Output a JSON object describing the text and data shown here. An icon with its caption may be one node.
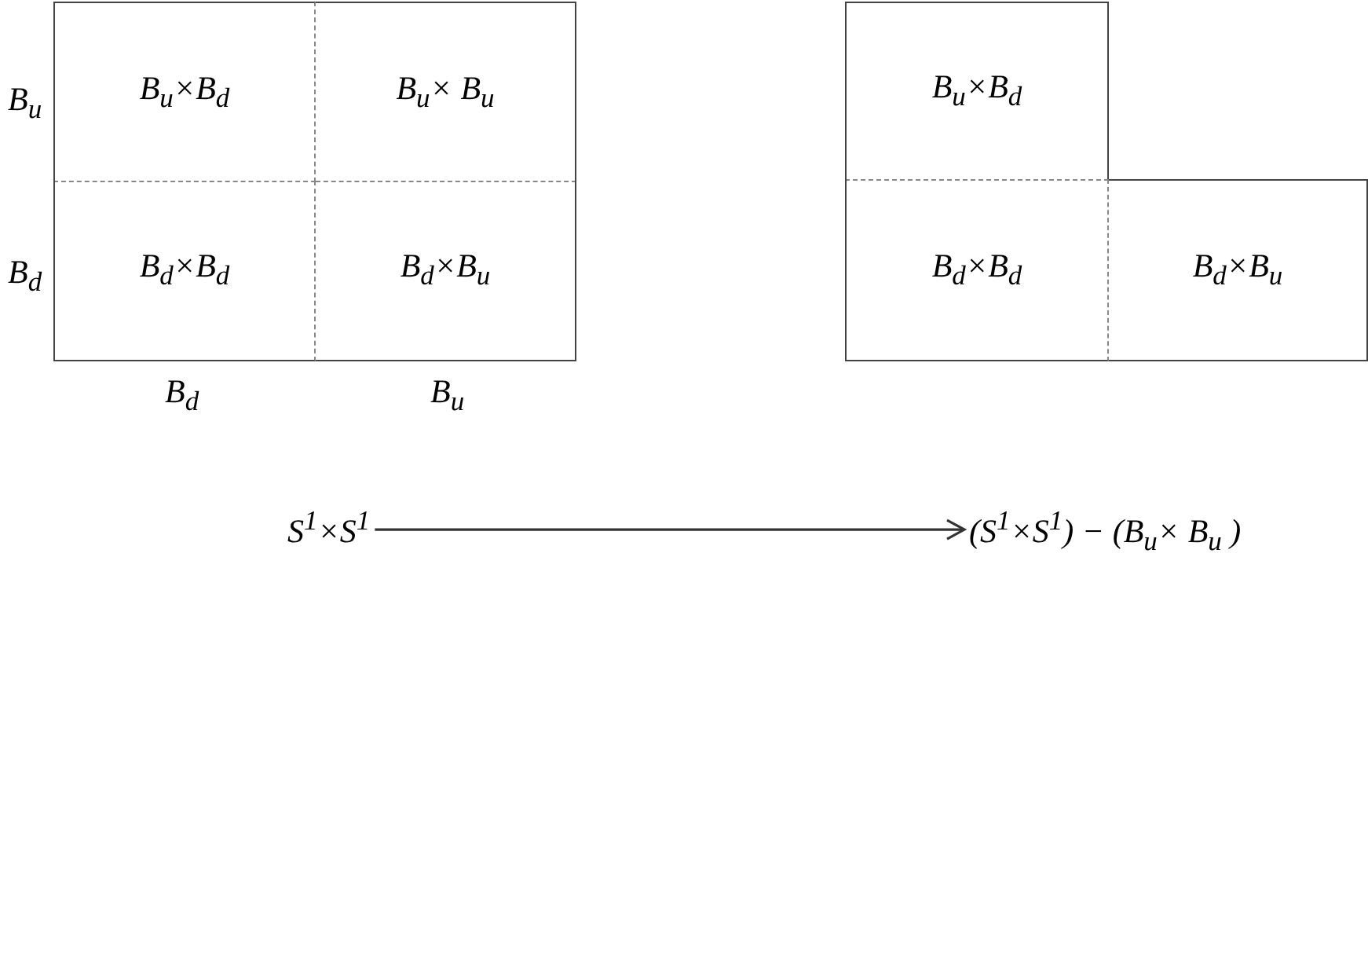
{
  "diagram": {
    "nodes": [
      {
        "text": [
          "B$_{u}$×B$_{d}$"
        ]
      },
      {
        "text": [
          "B$_{u}$× B$_{u}$"
        ]
      },
      {
        "text": [
          "B$_{d}$×B$_{d}$"
        ]
      },
      {
        "text": [
          "B$_{d}$×B$_{u}$"
        ]
      },
      {
        "text": [
          "B$_{u}$×B$_{d}$"
        ]
      },
      {
        "text": [
          "B$_{d}$×B$_{d}$"
        ]
      },
      {
        "text": [
          "B$_{d}$×B$_{u}$"
        ]
      },
      {
        "text": [
          "S$^{1}$×S$^{1}$"
        ]
      },
      {
        "text": [
          "(S$^{1}$×S$^{1}$) − (B$_{u}$× B$_{u}$ )"
        ]
      }
    ],
    "edges": [
      {
        "from": 7,
        "to": 8,
        "arrow": "to"
      }
    ],
    "labels": [
      "B$_{u}$",
      "B$_{d}$",
      "B$_{d}$",
      "B$_{u}$"
    ]
  }
}
